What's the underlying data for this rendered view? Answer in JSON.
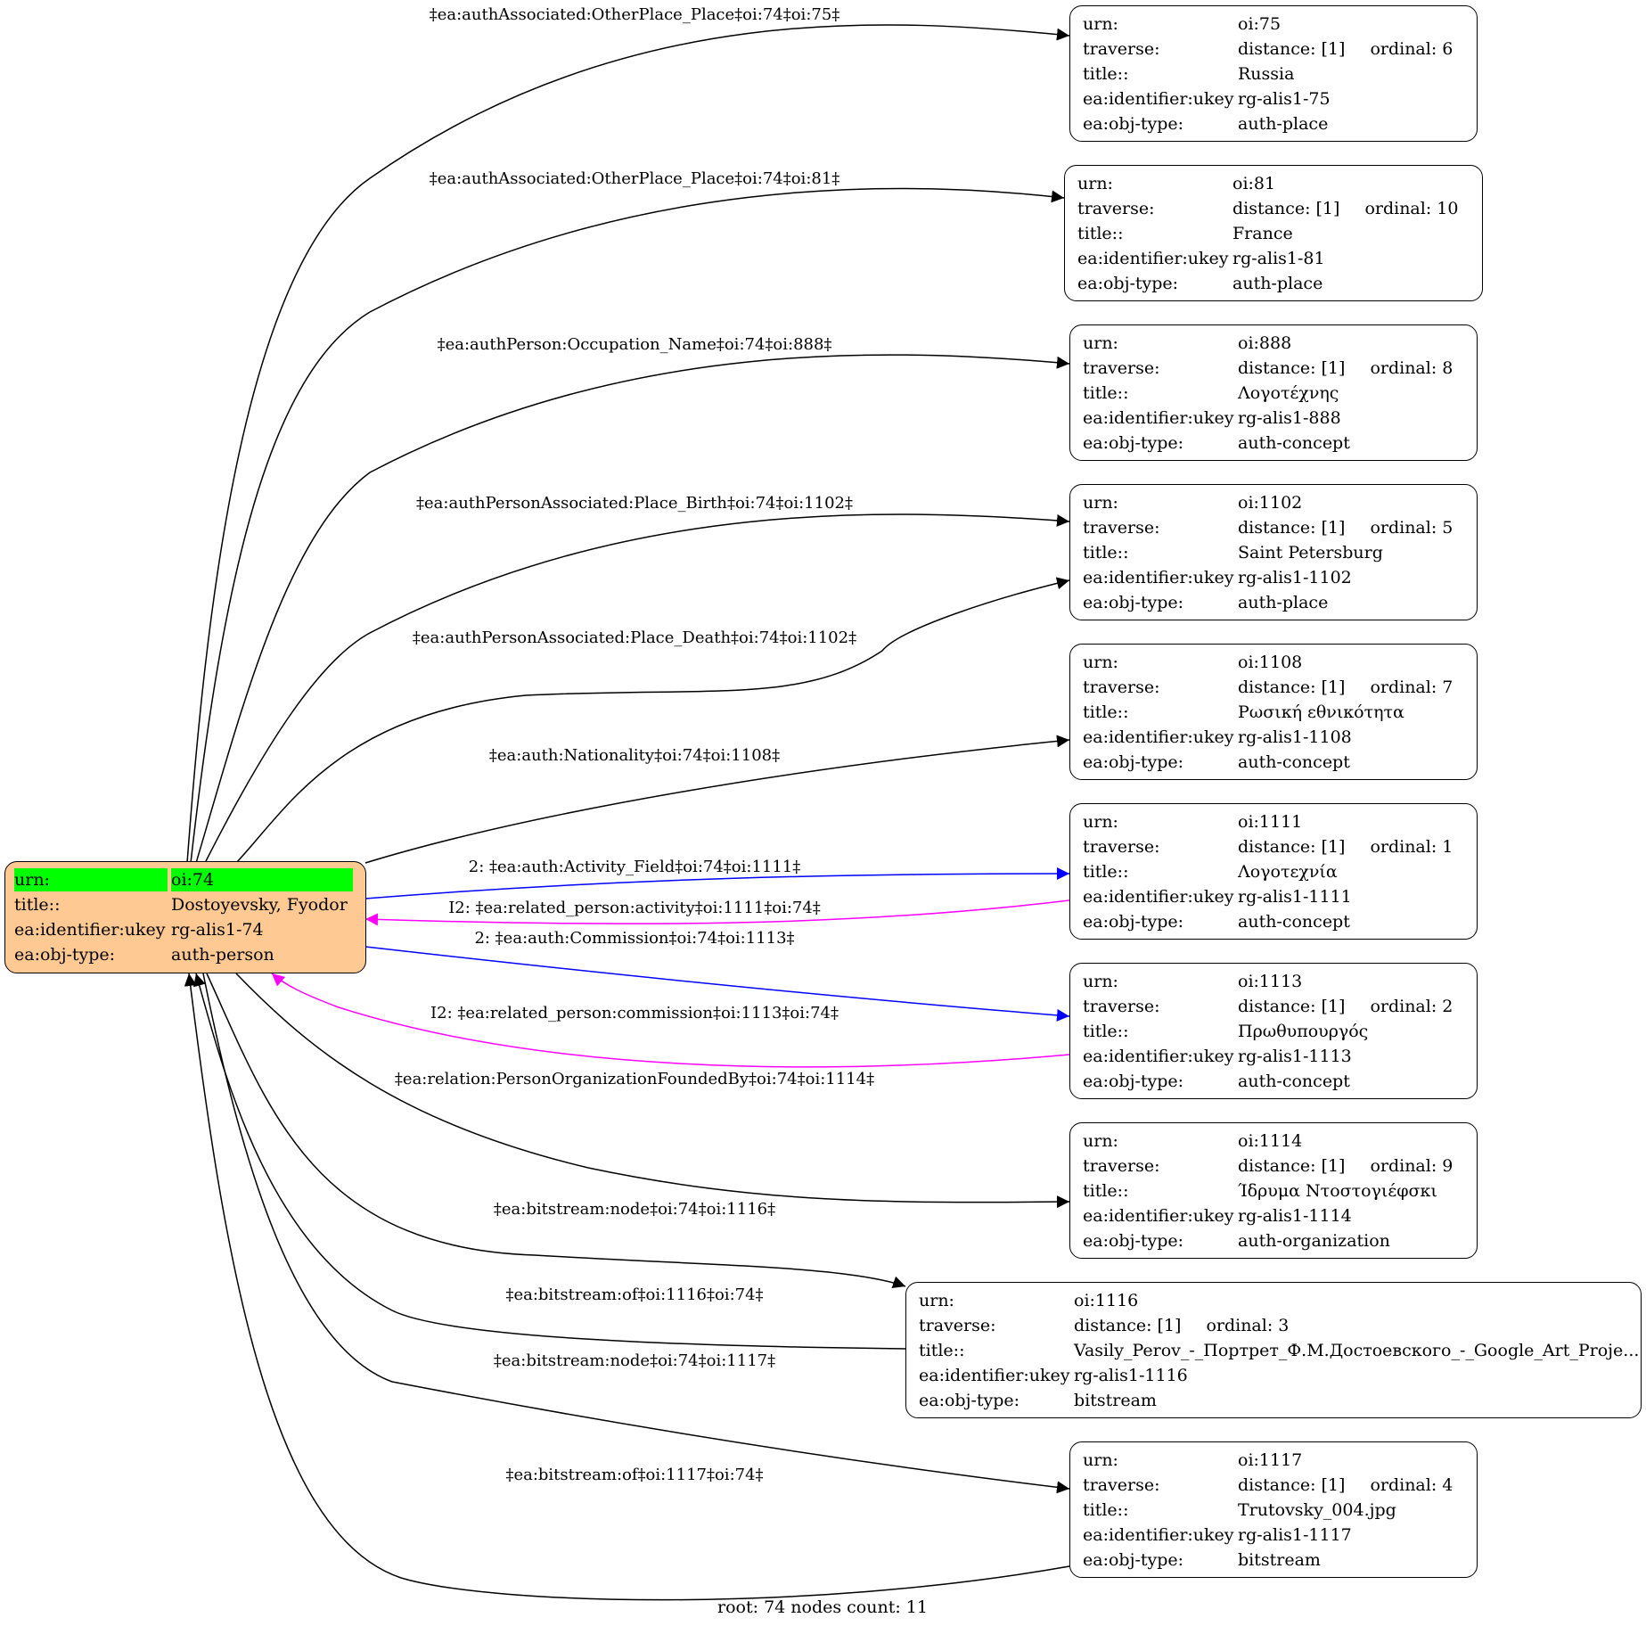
{
  "keys": {
    "urn": "urn:",
    "traverse": "traverse:",
    "title": "title::",
    "ukey": "ea:identifier:ukey",
    "objtype": "ea:obj-type:"
  },
  "root": {
    "urn": "oi:74",
    "title": "Dostoyevsky, Fyodor",
    "ukey": "rg-alis1-74",
    "objtype": "auth-person"
  },
  "nodes": [
    {
      "urn": "oi:75",
      "distance": "distance: [1]",
      "ordinal": "ordinal: 6",
      "title": "Russia",
      "ukey": "rg-alis1-75",
      "objtype": "auth-place"
    },
    {
      "urn": "oi:81",
      "distance": "distance: [1]",
      "ordinal": "ordinal: 10",
      "title": "France",
      "ukey": "rg-alis1-81",
      "objtype": "auth-place"
    },
    {
      "urn": "oi:888",
      "distance": "distance: [1]",
      "ordinal": "ordinal: 8",
      "title": "Λογοτέχνης",
      "ukey": "rg-alis1-888",
      "objtype": "auth-concept"
    },
    {
      "urn": "oi:1102",
      "distance": "distance: [1]",
      "ordinal": "ordinal: 5",
      "title": "Saint Petersburg",
      "ukey": "rg-alis1-1102",
      "objtype": "auth-place"
    },
    {
      "urn": "oi:1108",
      "distance": "distance: [1]",
      "ordinal": "ordinal: 7",
      "title": "Ρωσική εθνικότητα",
      "ukey": "rg-alis1-1108",
      "objtype": "auth-concept"
    },
    {
      "urn": "oi:1111",
      "distance": "distance: [1]",
      "ordinal": "ordinal: 1",
      "title": "Λογοτεχνία",
      "ukey": "rg-alis1-1111",
      "objtype": "auth-concept"
    },
    {
      "urn": "oi:1113",
      "distance": "distance: [1]",
      "ordinal": "ordinal: 2",
      "title": "Πρωθυπουργός",
      "ukey": "rg-alis1-1113",
      "objtype": "auth-concept"
    },
    {
      "urn": "oi:1114",
      "distance": "distance: [1]",
      "ordinal": "ordinal: 9",
      "title": "Ίδρυμα Ντοστογιέφσκι",
      "ukey": "rg-alis1-1114",
      "objtype": "auth-organization"
    },
    {
      "urn": "oi:1116",
      "distance": "distance: [1]",
      "ordinal": "ordinal: 3",
      "title": "Vasily_Perov_-_Портрет_Ф.М.Достоевского_-_Google_Art_Proje...",
      "ukey": "rg-alis1-1116",
      "objtype": "bitstream"
    },
    {
      "urn": "oi:1117",
      "distance": "distance: [1]",
      "ordinal": "ordinal: 4",
      "title": "Trutovsky_004.jpg",
      "ukey": "rg-alis1-1117",
      "objtype": "bitstream"
    }
  ],
  "edges": [
    {
      "label": "‡ea:authAssociated:OtherPlace_Place‡oi:74‡oi:75‡",
      "color": "#000000"
    },
    {
      "label": "‡ea:authAssociated:OtherPlace_Place‡oi:74‡oi:81‡",
      "color": "#000000"
    },
    {
      "label": "‡ea:authPerson:Occupation_Name‡oi:74‡oi:888‡",
      "color": "#000000"
    },
    {
      "label": "‡ea:authPersonAssociated:Place_Birth‡oi:74‡oi:1102‡",
      "color": "#000000"
    },
    {
      "label": "‡ea:authPersonAssociated:Place_Death‡oi:74‡oi:1102‡",
      "color": "#000000"
    },
    {
      "label": "‡ea:auth:Nationality‡oi:74‡oi:1108‡",
      "color": "#000000"
    },
    {
      "label": "2: ‡ea:auth:Activity_Field‡oi:74‡oi:1111‡",
      "color": "#0000ff"
    },
    {
      "label": "I2: ‡ea:related_person:activity‡oi:1111‡oi:74‡",
      "color": "#ff00ff"
    },
    {
      "label": "2: ‡ea:auth:Commission‡oi:74‡oi:1113‡",
      "color": "#0000ff"
    },
    {
      "label": "I2: ‡ea:related_person:commission‡oi:1113‡oi:74‡",
      "color": "#ff00ff"
    },
    {
      "label": "‡ea:relation:PersonOrganizationFoundedBy‡oi:74‡oi:1114‡",
      "color": "#000000"
    },
    {
      "label": "‡ea:bitstream:node‡oi:74‡oi:1116‡",
      "color": "#000000"
    },
    {
      "label": "‡ea:bitstream:of‡oi:1116‡oi:74‡",
      "color": "#000000"
    },
    {
      "label": "‡ea:bitstream:node‡oi:74‡oi:1117‡",
      "color": "#000000"
    },
    {
      "label": "‡ea:bitstream:of‡oi:1117‡oi:74‡",
      "color": "#000000"
    }
  ],
  "footer": "root: 74 nodes count: 11"
}
